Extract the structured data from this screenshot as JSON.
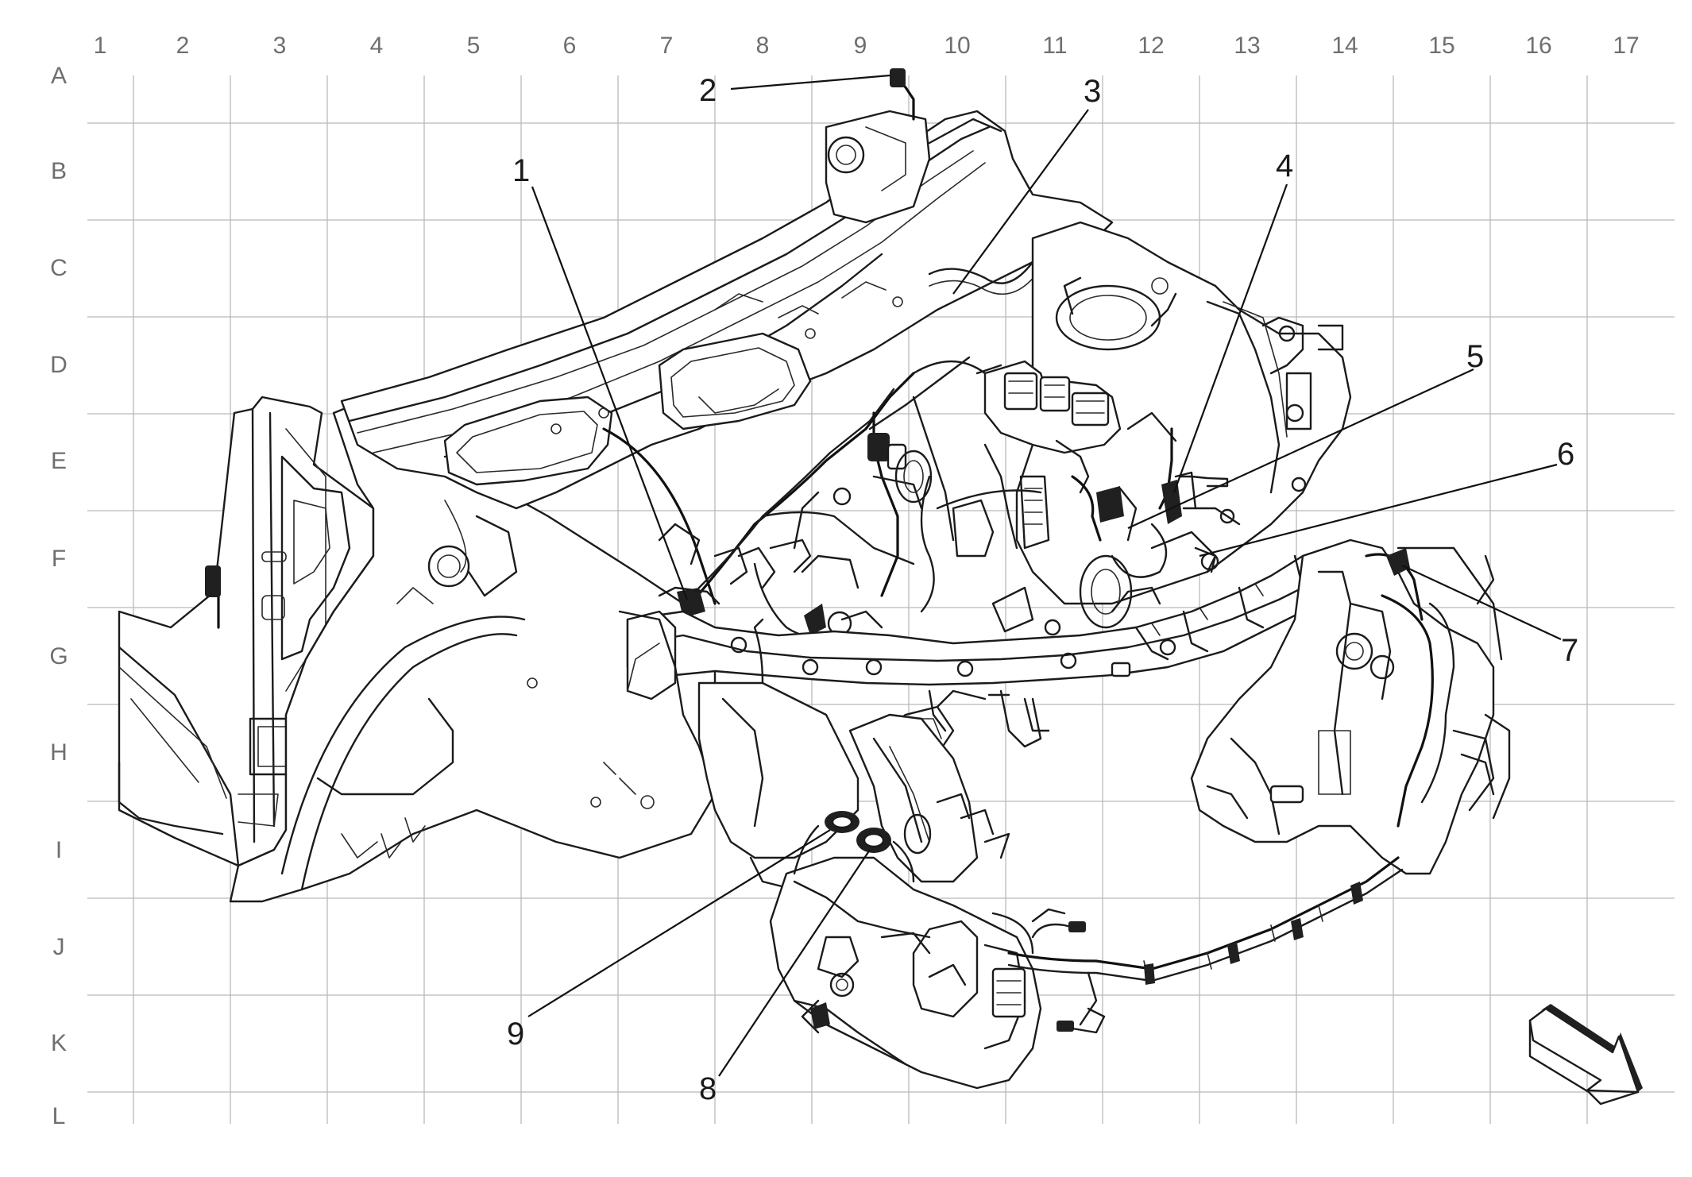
{
  "grid": {
    "columns": [
      "1",
      "2",
      "3",
      "4",
      "5",
      "6",
      "7",
      "8",
      "9",
      "10",
      "11",
      "12",
      "13",
      "14",
      "15",
      "16",
      "17"
    ],
    "rows": [
      "A",
      "B",
      "C",
      "D",
      "E",
      "F",
      "G",
      "H",
      "I",
      "J",
      "K",
      "L"
    ]
  },
  "callouts": [
    {
      "id": "1",
      "label": "1"
    },
    {
      "id": "2",
      "label": "2"
    },
    {
      "id": "3",
      "label": "3"
    },
    {
      "id": "4",
      "label": "4"
    },
    {
      "id": "5",
      "label": "5"
    },
    {
      "id": "6",
      "label": "6"
    },
    {
      "id": "7",
      "label": "7"
    },
    {
      "id": "8",
      "label": "8"
    },
    {
      "id": "9",
      "label": "9"
    }
  ],
  "icons": {
    "orientation_arrow": "direction-arrow-icon"
  },
  "colors": {
    "grid": "#b9b9b9",
    "ink": "#1b1b1b",
    "label": "#6f6f6f"
  }
}
